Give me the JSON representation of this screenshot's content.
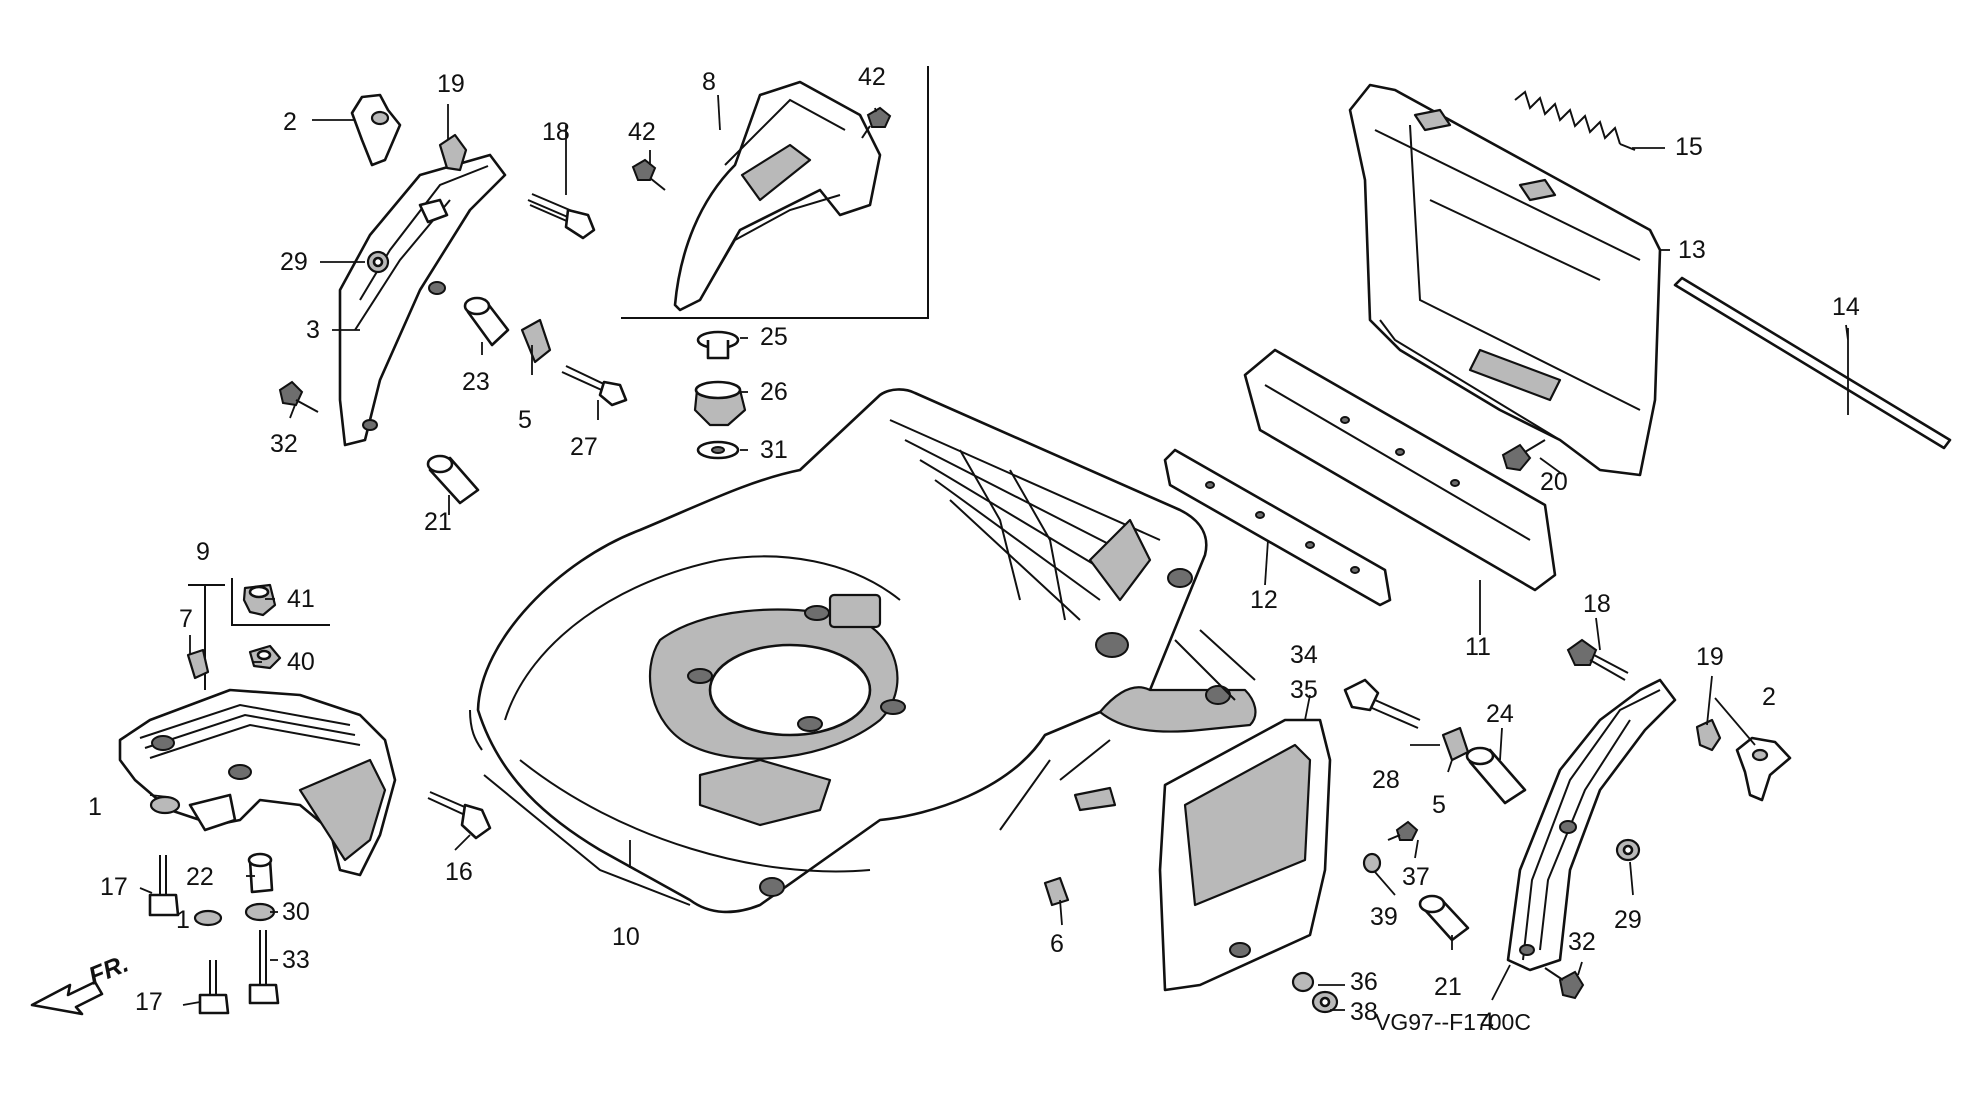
{
  "diagram": {
    "code": "VG97--F1700C",
    "direction": "FR.",
    "callouts": [
      "1",
      "2",
      "3",
      "4",
      "5",
      "6",
      "7",
      "8",
      "9",
      "10",
      "11",
      "12",
      "13",
      "14",
      "15",
      "16",
      "17",
      "18",
      "19",
      "20",
      "21",
      "22",
      "23",
      "24",
      "25",
      "26",
      "27",
      "28",
      "29",
      "30",
      "31",
      "32",
      "33",
      "34",
      "35",
      "36",
      "37",
      "38",
      "39",
      "40",
      "41",
      "42"
    ]
  }
}
